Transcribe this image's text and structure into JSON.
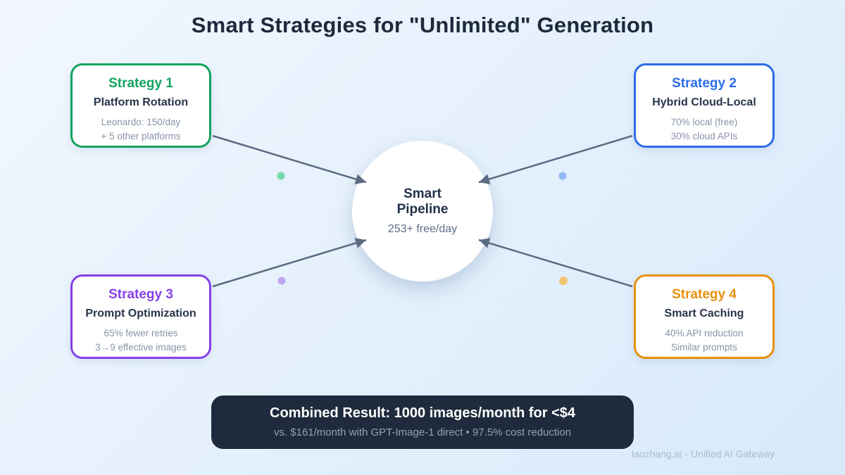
{
  "title": "Smart Strategies for \"Unlimited\" Generation",
  "strategies": [
    {
      "label": "Strategy 1",
      "name": "Platform Rotation",
      "detail1": "Leonardo: 150/day",
      "detail2": "+ 5 other platforms",
      "accent": "#12a35e",
      "dot": "#74d9ae"
    },
    {
      "label": "Strategy 2",
      "name": "Hybrid Cloud-Local",
      "detail1": "70% local (free)",
      "detail2": "30% cloud APIs",
      "accent": "#2b6cea",
      "dot": "#92b7f5"
    },
    {
      "label": "Strategy 3",
      "name": "Prompt Optimization",
      "detail1": "65% fewer retries",
      "detail2": "3→9 effective images",
      "accent": "#8640e8",
      "dot": "#c0a5f3"
    },
    {
      "label": "Strategy 4",
      "name": "Smart Caching",
      "detail1": "40% API reduction",
      "detail2": "Similar prompts",
      "accent": "#e8900e",
      "dot": "#f2c36e"
    }
  ],
  "pipeline": {
    "line1": "Smart",
    "line2": "Pipeline",
    "subtitle": "253+ free/day"
  },
  "result": {
    "headline": "Combined Result: 1000 images/month for <$4",
    "subline": "vs. $161/month with GPT-Image-1 direct • 97.5% cost reduction",
    "background": "#1f2b3c"
  },
  "watermark": "laozhang.ai - Unified AI Gateway",
  "colors": {
    "arrow": "#5b6b82",
    "title": "#1e2a3c"
  }
}
